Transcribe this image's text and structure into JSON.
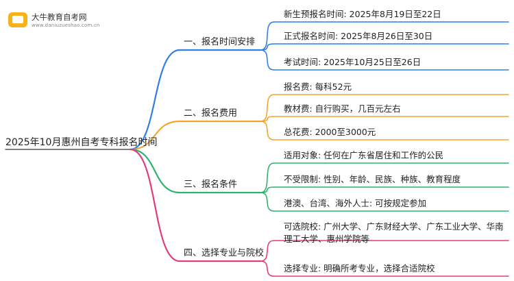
{
  "watermark": {
    "title": "大牛教育自考网",
    "url": "www.daniuzueshao.com.cn"
  },
  "root": "2025年10月惠州自考专科报名时间",
  "branches": [
    {
      "label": "一、报名时间安排",
      "color": "#2f7fe6",
      "leaves": [
        "新生预报名时间: 2025年8月19日至22日",
        "正式报名时间: 2025年8月26日至30日",
        "考试时间: 2025年10月25日至26日"
      ]
    },
    {
      "label": "二、报名费用",
      "color": "#f3a52a",
      "leaves": [
        "报名费: 每科52元",
        "教材费: 自行购买，几百元左右",
        "总花费: 2000至3000元"
      ]
    },
    {
      "label": "三、报名条件",
      "color": "#2eb36f",
      "leaves": [
        "适用对象: 任何在广东省居住和工作的公民",
        "不受限制: 性别、年龄、民族、种族、教育程度",
        "港澳、台湾、海外人士: 可按规定参加"
      ]
    },
    {
      "label": "四、选择专业与院校",
      "color": "#e23b7e",
      "leaves": [
        "可选院校: 广州大学、广东财经大学、广东工业大学、华南理工大学、惠州学院等",
        "选择专业: 明确所考专业，选择合适院校"
      ]
    }
  ]
}
